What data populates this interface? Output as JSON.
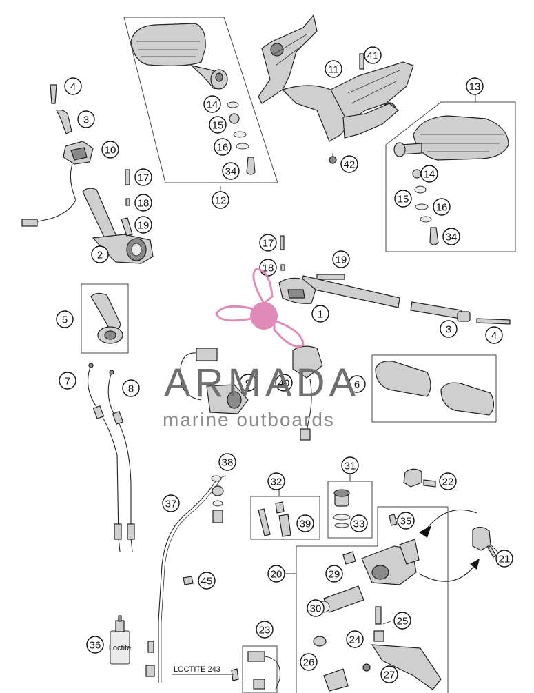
{
  "callouts": [
    "4",
    "3",
    "10",
    "17",
    "18",
    "19",
    "2",
    "14",
    "15",
    "16",
    "34",
    "12",
    "11",
    "41",
    "42",
    "13",
    "14",
    "15",
    "16",
    "34",
    "17",
    "18",
    "19",
    "1",
    "3",
    "4",
    "5",
    "7",
    "8",
    "9",
    "40",
    "6",
    "38",
    "37",
    "32",
    "39",
    "31",
    "33",
    "22",
    "35",
    "21",
    "20",
    "29",
    "30",
    "25",
    "24",
    "27",
    "26",
    "23",
    "36",
    "45"
  ],
  "labels": {
    "loctite": "LOCTITE 243",
    "bottle": "Loctite"
  },
  "watermark": {
    "brand": "ARMADA",
    "tagline": "marine outboards",
    "logo_color": "#e08ab8",
    "text_color": "#6f6f6f"
  }
}
